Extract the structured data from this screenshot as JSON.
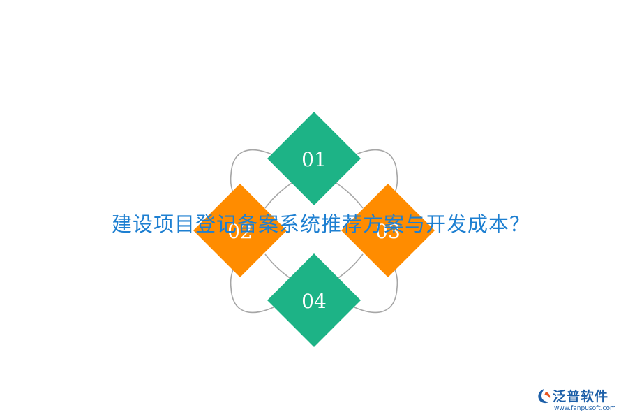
{
  "title": "建设项目登记备案系统推荐方案与开发成本？",
  "items": [
    {
      "label": "01",
      "color": "#1db386"
    },
    {
      "label": "02",
      "color": "#ff8c00"
    },
    {
      "label": "03",
      "color": "#ff8c00"
    },
    {
      "label": "04",
      "color": "#1db386"
    }
  ],
  "connector_color": "#a6a6a6",
  "title_color": "#1d7fd1",
  "logo": {
    "name": "泛普软件",
    "url": "www.fanpusoft.com",
    "icon": "fanpu-logo-icon"
  }
}
